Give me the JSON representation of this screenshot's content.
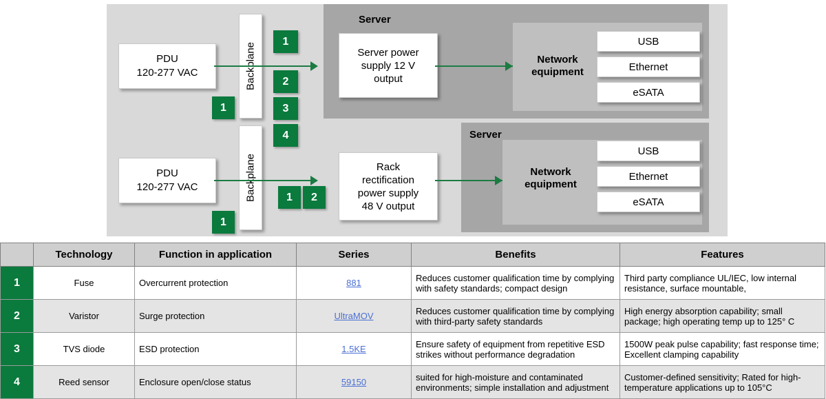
{
  "diagram": {
    "panel_bg": "#d9d9d9",
    "server_bg": "#a6a6a6",
    "network_bg": "#bfbfbf",
    "accent_green": "#0a7a3d",
    "wire_green": "#1b7b43",
    "blocks": {
      "pdu_line1": "PDU",
      "pdu_line2": "120-277 VAC",
      "backplane": "Backplane",
      "server_title": "Server",
      "network_equipment_line1": "Network",
      "network_equipment_line2": "equipment",
      "psu_top_line1": "Server power",
      "psu_top_line2": "supply 12 V",
      "psu_top_line3": "output",
      "psu_bottom_line1": "Rack",
      "psu_bottom_line2": "rectification",
      "psu_bottom_line3": "power supply",
      "psu_bottom_line4": "48 V output"
    },
    "ports": {
      "usb": "USB",
      "ethernet": "Ethernet",
      "esata": "eSATA"
    },
    "badges": {
      "backplane_top_1": "1",
      "backplane_top_2": "2",
      "backplane_top_3": "3",
      "backplane_top_4": "4",
      "pdu_top": "1",
      "pdu_bottom": "1",
      "rack_line_1": "1",
      "rack_line_2": "2"
    }
  },
  "table": {
    "headers": [
      "",
      "Technology",
      "Function in application",
      "Series",
      "Benefits",
      "Features"
    ],
    "rows": [
      {
        "num": "1",
        "technology": "Fuse",
        "function": "Overcurrent protection",
        "series": "881",
        "benefits": "Reduces customer qualification time by complying with safety standards; compact design",
        "features": "Third party compliance UL/IEC, low internal resistance, surface mountable,"
      },
      {
        "num": "2",
        "technology": "Varistor",
        "function": "Surge protection",
        "series": "UltraMOV",
        "benefits": "Reduces customer qualification time by complying with third-party safety standards",
        "features": "High energy absorption capability; small package; high operating temp up to 125° C"
      },
      {
        "num": "3",
        "technology": "TVS diode",
        "function": "ESD protection",
        "series": "1.5KE",
        "benefits": "Ensure safety of equipment from repetitive ESD strikes  without performance degradation",
        "features": "1500W peak pulse capability; fast response time; Excellent clamping capability"
      },
      {
        "num": "4",
        "technology": "Reed sensor",
        "function": "Enclosure open/close status",
        "series": "59150",
        "benefits": "suited for high-moisture and contaminated environments; simple installation and adjustment",
        "features": "Customer-defined sensitivity; Rated for high-temperature applications up to 105°C"
      }
    ]
  }
}
